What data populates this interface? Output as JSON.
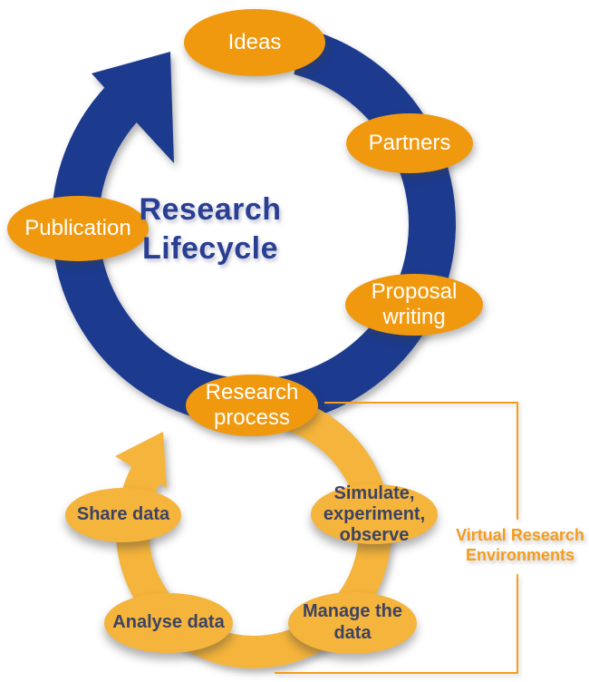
{
  "diagram": {
    "title": "Research\nLifecycle",
    "outer_cycle": {
      "name": "research-lifecycle-outer-cycle",
      "nodes": [
        {
          "id": "ideas",
          "label": "Ideas"
        },
        {
          "id": "partners",
          "label": "Partners"
        },
        {
          "id": "proposal-writing",
          "label": "Proposal\nwriting"
        },
        {
          "id": "research-process",
          "label": "Research\nprocess"
        },
        {
          "id": "publication",
          "label": "Publication"
        }
      ]
    },
    "inner_cycle": {
      "name": "virtual-research-environments-inner-cycle",
      "nodes": [
        {
          "id": "simulate-experiment-observe",
          "label": "Simulate,\nexperiment,\nobserve"
        },
        {
          "id": "manage-the-data",
          "label": "Manage the data"
        },
        {
          "id": "analyse-data",
          "label": "Analyse data"
        },
        {
          "id": "share-data",
          "label": "Share data"
        }
      ]
    },
    "annotation": {
      "label": "Virtual Research\nEnvironments"
    },
    "colors": {
      "outer_ring": "#1f3a8e",
      "node_orange": "#f0990e",
      "inner_ring": "#f5b43b",
      "inner_text": "#3b4365",
      "title_blue": "#2a3f92",
      "annotation_orange": "#f59c1d",
      "node_text": "#ffffff"
    }
  }
}
